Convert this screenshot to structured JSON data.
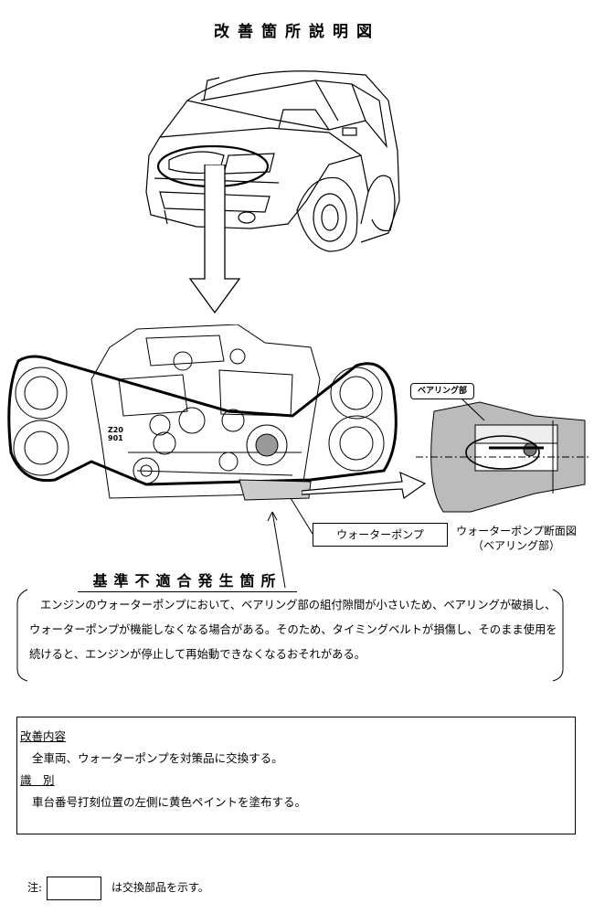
{
  "title": "改善箇所説明図",
  "diagram": {
    "pump_label": "ウォーターポンプ",
    "section_caption_line1": "ウォーターポンプ断面図",
    "section_caption_line2": "（ベアリング部）",
    "bearing_tag": "ベアリング部",
    "engine_marking": "Z20\n901"
  },
  "defect": {
    "heading": "基準不適合発生箇所",
    "text": "エンジンのウォーターポンプにおいて、ベアリング部の組付隙間が小さいため、ベアリングが破損し、ウォーターポンプが機能しなくなる場合がある。そのため、タイミングベルトが損傷し、そのまま使用を続けると、エンジンが停止して再始動できなくなるおそれがある。"
  },
  "remedy": {
    "content_heading": "改善内容",
    "content_text": "全車両、ウォーターポンプを対策品に交換する。",
    "id_heading": "識　別",
    "id_text": "車台番号打刻位置の左側に黄色ペイントを塗布する。"
  },
  "note": {
    "prefix": "注:",
    "text": "は交換部品を示す。"
  }
}
